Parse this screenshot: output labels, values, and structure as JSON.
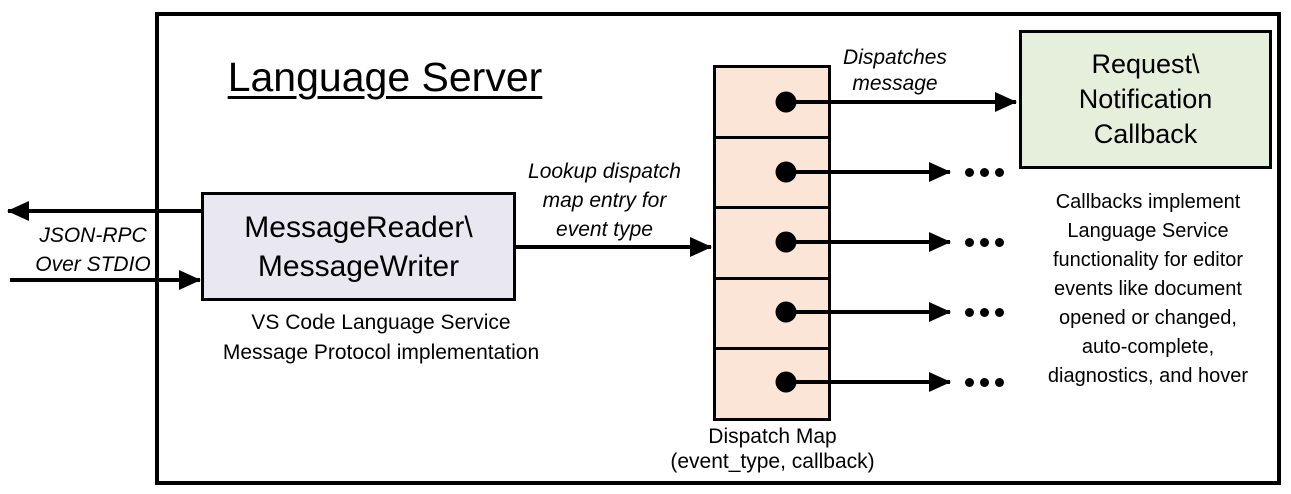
{
  "title": "Language Server",
  "io_label": {
    "lines": [
      "JSON-RPC",
      "Over STDIO"
    ]
  },
  "reader_box": {
    "lines": [
      "MessageReader\\",
      "MessageWriter"
    ]
  },
  "reader_caption": {
    "lines": [
      "VS Code Language Service",
      "Message Protocol implementation"
    ]
  },
  "lookup_label": {
    "lines": [
      "Lookup dispatch",
      "map entry for",
      "event type"
    ]
  },
  "dispatches_label": {
    "lines": [
      "Dispatches",
      "message"
    ]
  },
  "callback_box": {
    "lines": [
      "Request\\",
      "Notification",
      "Callback"
    ]
  },
  "dispatch_map_caption": {
    "lines": [
      "Dispatch Map",
      "(event_type, callback)"
    ]
  },
  "callbacks_note": {
    "lines": [
      "Callbacks implement",
      "Language Service",
      "functionality for editor",
      "events like document",
      "opened or changed,",
      "auto-complete,",
      "diagnostics, and hover"
    ]
  },
  "icons": {
    "ellipsis": "ellipsis-icon",
    "arrowhead": "arrow-right-icon",
    "map_entry_dot": "dot-icon"
  },
  "colors": {
    "reader_fill": "#e9e8f0",
    "dispatch_fill": "#fbe5d6",
    "callback_fill": "#e6efdb",
    "stroke": "#000000",
    "background": "#ffffff"
  }
}
